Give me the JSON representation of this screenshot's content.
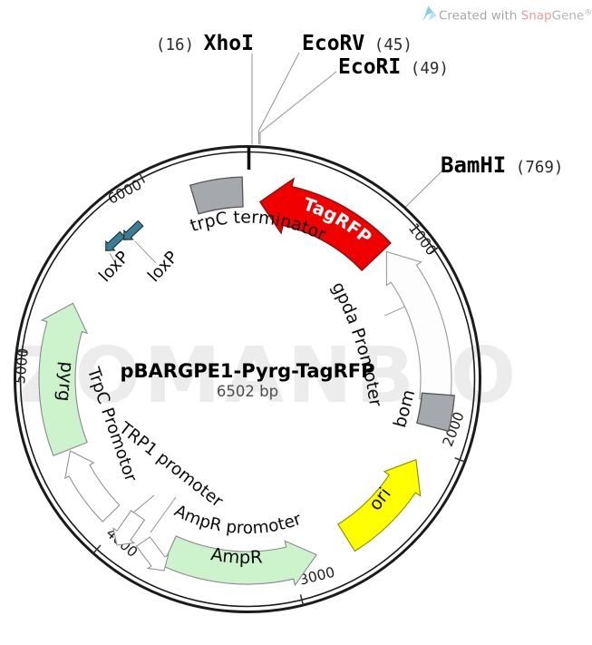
{
  "header": {
    "created_with": "Created with ",
    "brand_snap": "Snap",
    "brand_gene": "Gene",
    "registered": "®"
  },
  "watermark": "ZOMANBIO",
  "chart_data": {
    "type": "plasmid_map",
    "plasmid": {
      "name": "pBARGPE1-Pyrg-TagRFP",
      "length_bp": 6502,
      "size_label": "6502 bp"
    },
    "ring": {
      "numbering": "clockwise",
      "tick_interval_bp": 1000,
      "style": "double-line circle"
    },
    "ticks": [
      {
        "bp": 1000,
        "label": "1000"
      },
      {
        "bp": 2000,
        "label": "2000"
      },
      {
        "bp": 3000,
        "label": "3000"
      },
      {
        "bp": 4000,
        "label": "4000"
      },
      {
        "bp": 5000,
        "label": "5000"
      },
      {
        "bp": 6000,
        "label": "6000"
      }
    ],
    "enzymes": [
      {
        "name": "XhoI",
        "position": 16,
        "prefix": "(16) ",
        "suffix": ""
      },
      {
        "name": "EcoRV",
        "position": 45,
        "prefix": "",
        "suffix": " (45)"
      },
      {
        "name": "EcoRI",
        "position": 49,
        "prefix": "",
        "suffix": " (49)"
      },
      {
        "name": "BamHI",
        "position": 769,
        "prefix": "",
        "suffix": " (769)"
      }
    ],
    "features": [
      {
        "label": "TagRFP",
        "type": "CDS",
        "color": "#f10000",
        "direction": "counterclockwise",
        "approx_span_bp": "60-780"
      },
      {
        "label": "trpC terminator",
        "type": "terminator",
        "color": "#a5a9ad",
        "direction": "none",
        "approx_span_bp": "6230-6490"
      },
      {
        "label": "gpda Promoter",
        "type": "promoter",
        "color": "#ffffff",
        "direction": "counterclockwise",
        "approx_span_bp": "850-1740"
      },
      {
        "label": "bom",
        "type": "misc",
        "color": "#a5a9ad",
        "direction": "none",
        "approx_span_bp": "1710-1890"
      },
      {
        "label": "ori",
        "type": "rep_origin",
        "color": "#ffff00",
        "direction": "counterclockwise",
        "approx_span_bp": "2090-2670"
      },
      {
        "label": "AmpR",
        "type": "CDS",
        "color": "#cdf3cd",
        "direction": "counterclockwise",
        "approx_span_bp": "2860-3690"
      },
      {
        "label": "AmpR promoter",
        "type": "promoter",
        "color": "#ffffff",
        "direction": "counterclockwise",
        "approx_span_bp": "3700-3800"
      },
      {
        "label": "TRP1 promoter",
        "type": "promoter",
        "color": "#ffffff",
        "direction": "counterclockwise",
        "approx_span_bp": "3830-3990"
      },
      {
        "label": "TrpC Promotor",
        "type": "promoter",
        "color": "#ffffff",
        "direction": "clockwise",
        "approx_span_bp": "4050-4480"
      },
      {
        "label": "pyrg",
        "type": "CDS",
        "color": "#cdf3cd",
        "direction": "clockwise",
        "approx_span_bp": "4490-5300"
      },
      {
        "label": "loxP",
        "type": "recombination site",
        "color": "#377f96",
        "direction": "counterclockwise",
        "approx_span_bp": "5640-5790"
      },
      {
        "label": "loxP",
        "type": "recombination site",
        "color": "#377f96",
        "direction": "counterclockwise",
        "approx_span_bp": "5760-5900"
      }
    ]
  }
}
